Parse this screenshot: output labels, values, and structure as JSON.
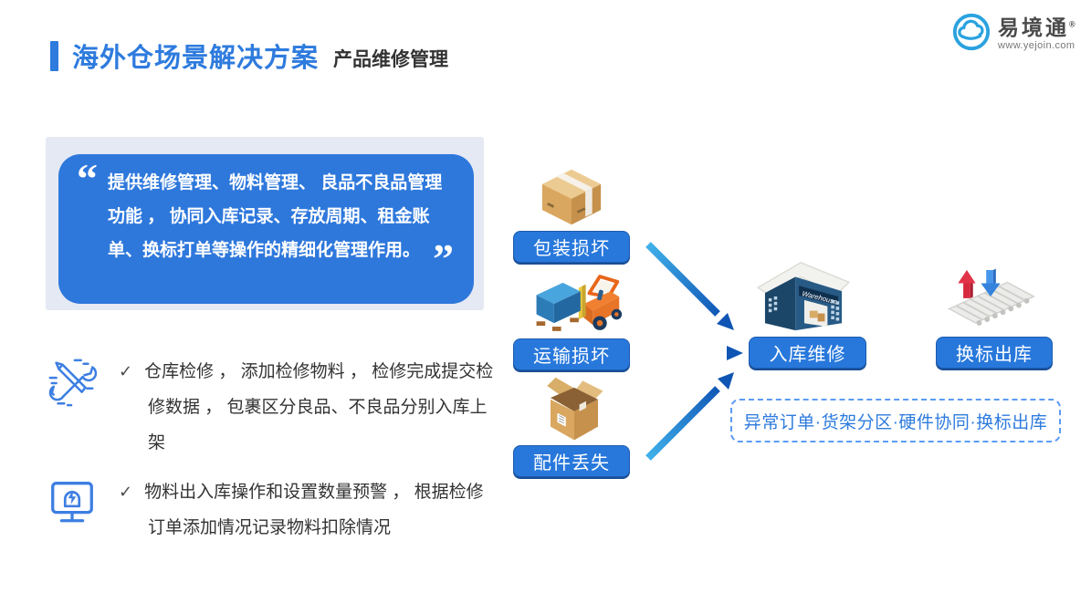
{
  "header": {
    "title": "海外仓场景解决方案",
    "subtitle": "产品维修管理"
  },
  "logo": {
    "brand": "易境通",
    "reg": "®",
    "website": "www.yejoin.com"
  },
  "quote": {
    "open": "“",
    "close": "”",
    "text": "提供维修管理、物料管理、 良品不良品管理功能 ， 协同入库记录、存放周期、租金账单、换标打单等操作的精细化管理作用。"
  },
  "features": [
    {
      "check": "✓",
      "text": "仓库检修 ， 添加检修物料 ， 检修完成提交检修数据 ， 包裹区分良品、不良品分别入库上架"
    },
    {
      "check": "✓",
      "text": "物料出入库操作和设置数量预警 ， 根据检修订单添加情况记录物料扣除情况"
    }
  ],
  "flow": {
    "sources": [
      {
        "label": "包装损坏"
      },
      {
        "label": "运输损坏"
      },
      {
        "label": "配件丢失"
      }
    ],
    "process": {
      "label": "入库维修"
    },
    "result": {
      "label": "换标出库"
    },
    "tags": "异常订单·货架分区·硬件协同·换标出库"
  },
  "colors": {
    "accent_blue": "#2e7bde",
    "label_bg": "#2878dc",
    "quote_bg": "#2e78dc",
    "panel_bg": "#e5e9f4",
    "arrow_start": "#41b1ea",
    "arrow_end": "#0f55b4",
    "dashed_border": "#5b9bf5"
  }
}
